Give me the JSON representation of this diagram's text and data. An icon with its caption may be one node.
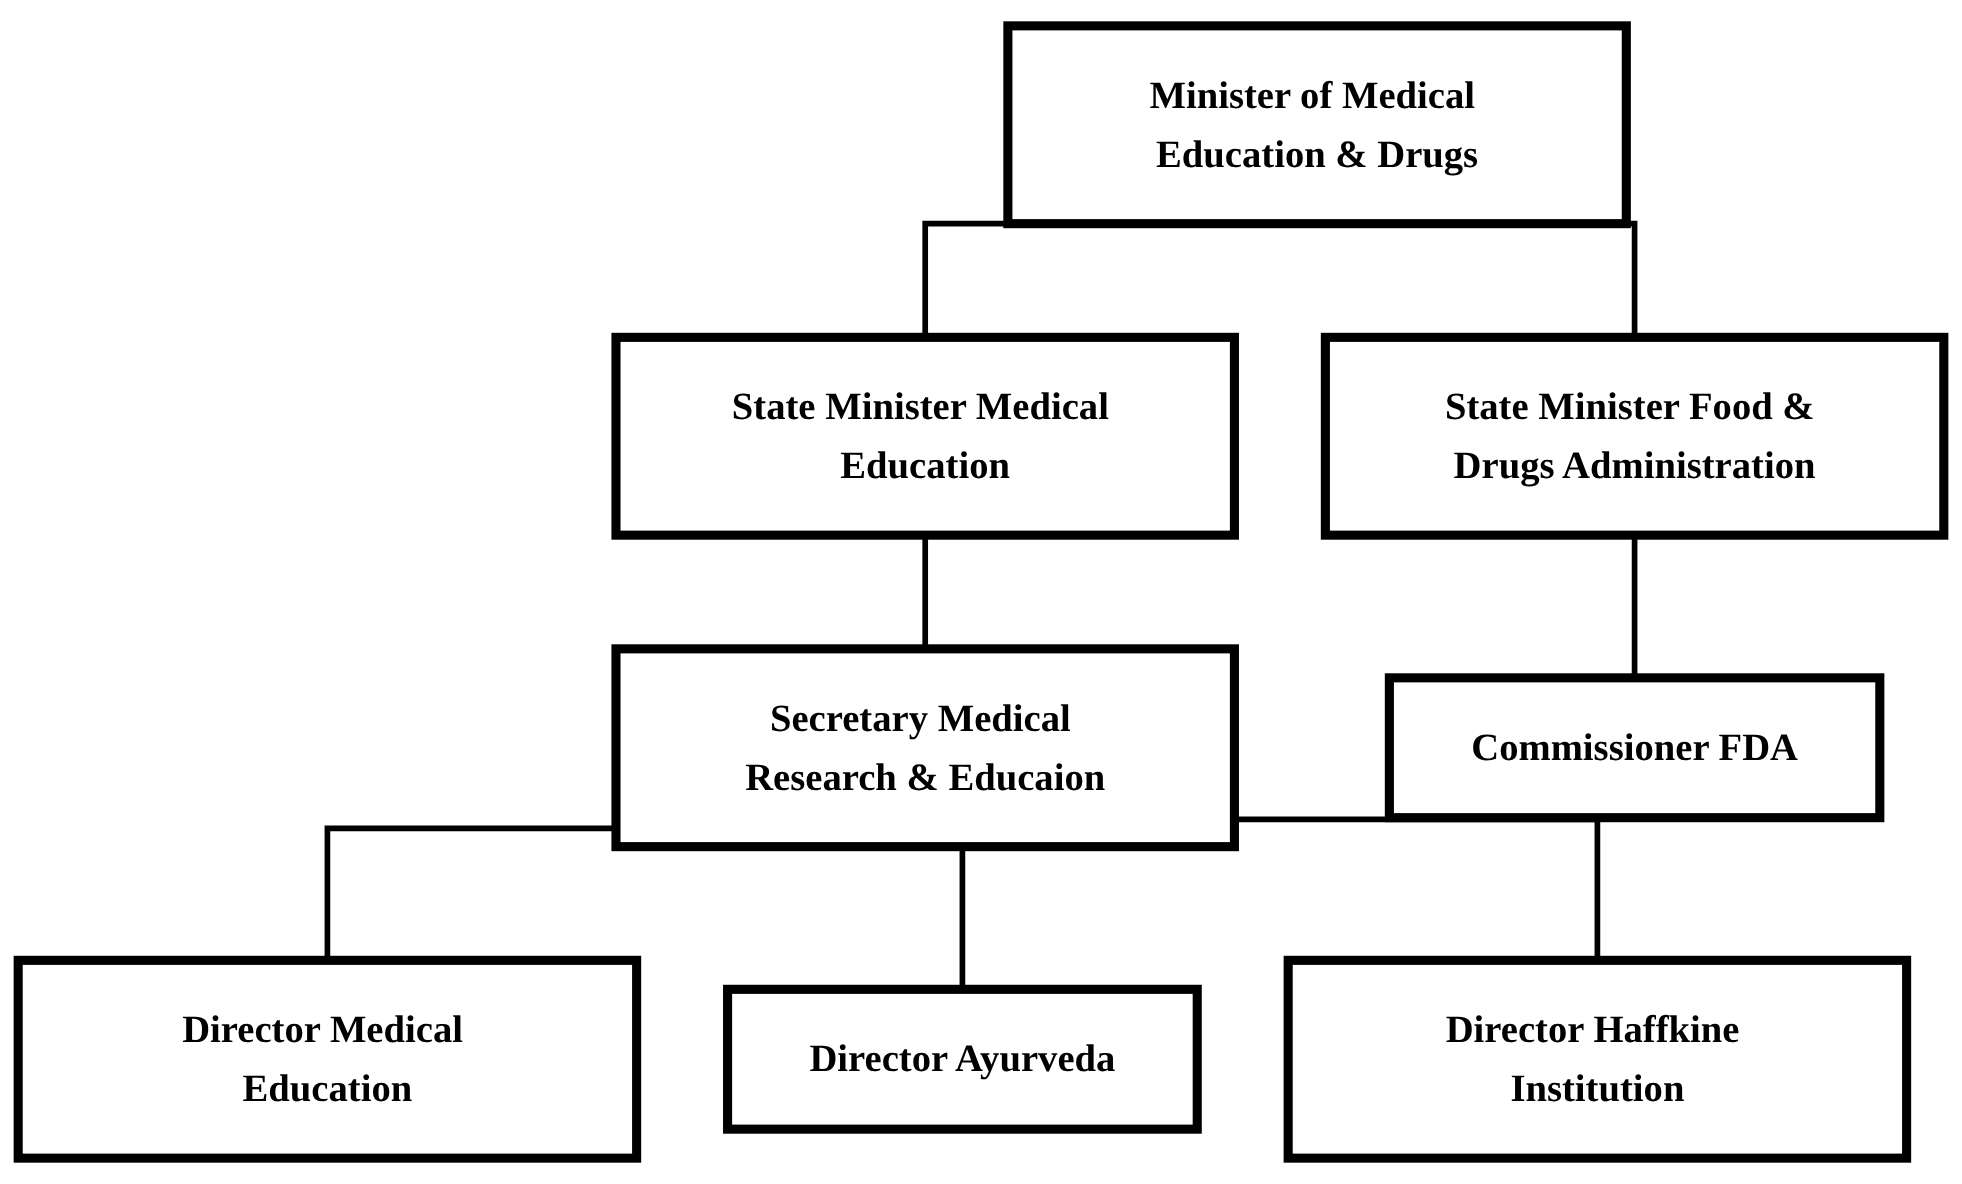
{
  "diagram": {
    "nodes": [
      {
        "text": [
          "Minister of Medical Education & Drugs"
        ]
      },
      {
        "text": [
          "State Minister Medical Education"
        ]
      },
      {
        "text": [
          "State Minister Food & Drugs Administration"
        ]
      },
      {
        "text": [
          "Secretary Medical Research & Educaion"
        ]
      },
      {
        "text": [
          "Commissioner FDA"
        ]
      },
      {
        "text": [
          "Director Medical Education"
        ]
      },
      {
        "text": [
          "Director Ayurveda"
        ]
      },
      {
        "text": [
          "Director Haffkine Institution"
        ]
      }
    ],
    "edges": [
      {
        "from": 0,
        "to": 1,
        "arrow": "none"
      },
      {
        "from": 0,
        "to": 2,
        "arrow": "none"
      },
      {
        "from": 1,
        "to": 3,
        "arrow": "none"
      },
      {
        "from": 2,
        "to": 4,
        "arrow": "none"
      },
      {
        "from": 3,
        "to": 5,
        "arrow": "none"
      },
      {
        "from": 3,
        "to": 6,
        "arrow": "none"
      },
      {
        "from": 3,
        "to": 7,
        "arrow": "none"
      }
    ]
  }
}
